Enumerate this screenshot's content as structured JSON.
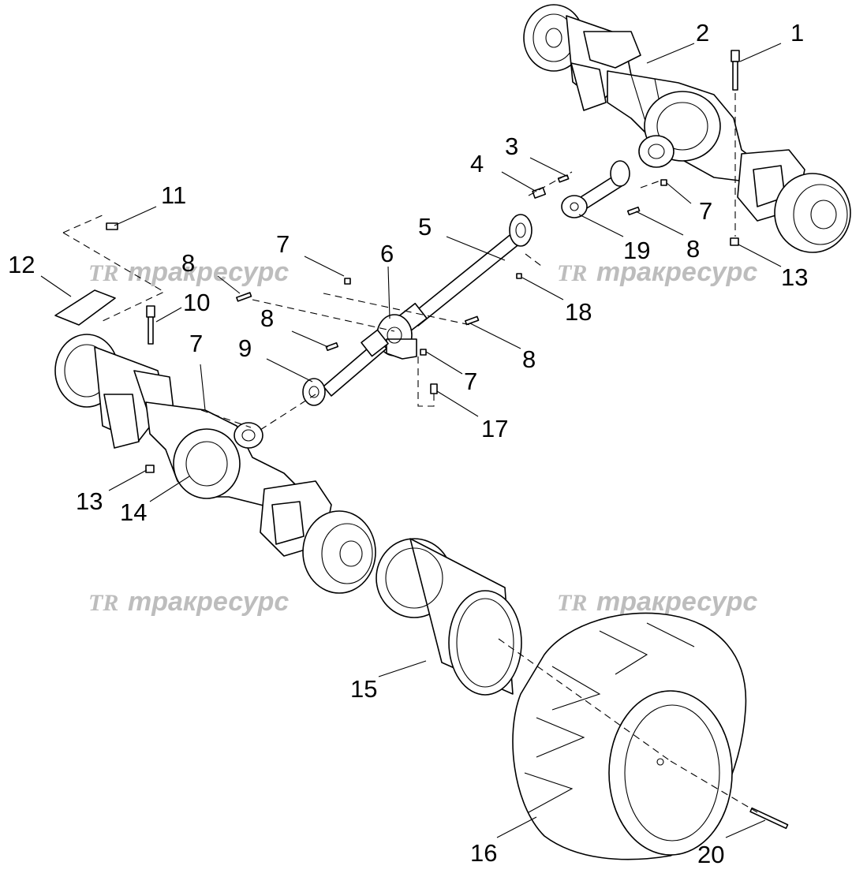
{
  "watermark": {
    "logo": "TR",
    "brand": "тракресурс"
  },
  "callouts": {
    "c1": "1",
    "c2": "2",
    "c3": "3",
    "c4": "4",
    "c5": "5",
    "c6": "6",
    "c7a": "7",
    "c7b": "7",
    "c7c": "7",
    "c7d": "7",
    "c8a": "8",
    "c8b": "8",
    "c8c": "8",
    "c8d": "8",
    "c9": "9",
    "c10": "10",
    "c11": "11",
    "c12": "12",
    "c13a": "13",
    "c13b": "13",
    "c14": "14",
    "c15": "15",
    "c16": "16",
    "c17": "17",
    "c18": "18",
    "c19": "19",
    "c20": "20"
  },
  "parts": [
    {
      "number": "1",
      "icon": "long-bolt-icon"
    },
    {
      "number": "2",
      "icon": "rear-axle-icon"
    },
    {
      "number": "3",
      "icon": "pin-icon"
    },
    {
      "number": "4",
      "icon": "spring-icon"
    },
    {
      "number": "5",
      "icon": "drive-shaft-icon"
    },
    {
      "number": "6",
      "icon": "center-bearing-icon"
    },
    {
      "number": "7",
      "icon": "nut-icon"
    },
    {
      "number": "8",
      "icon": "bolt-icon"
    },
    {
      "number": "9",
      "icon": "front-shaft-icon"
    },
    {
      "number": "10",
      "icon": "long-bolt-icon"
    },
    {
      "number": "11",
      "icon": "bolt-icon"
    },
    {
      "number": "12",
      "icon": "plate-icon"
    },
    {
      "number": "13",
      "icon": "nut-icon"
    },
    {
      "number": "14",
      "icon": "front-axle-icon"
    },
    {
      "number": "15",
      "icon": "rim-icon"
    },
    {
      "number": "16",
      "icon": "tire-icon"
    },
    {
      "number": "17",
      "icon": "bolt-icon"
    },
    {
      "number": "18",
      "icon": "nut-icon"
    },
    {
      "number": "19",
      "icon": "short-shaft-icon"
    },
    {
      "number": "20",
      "icon": "stud-icon"
    }
  ]
}
